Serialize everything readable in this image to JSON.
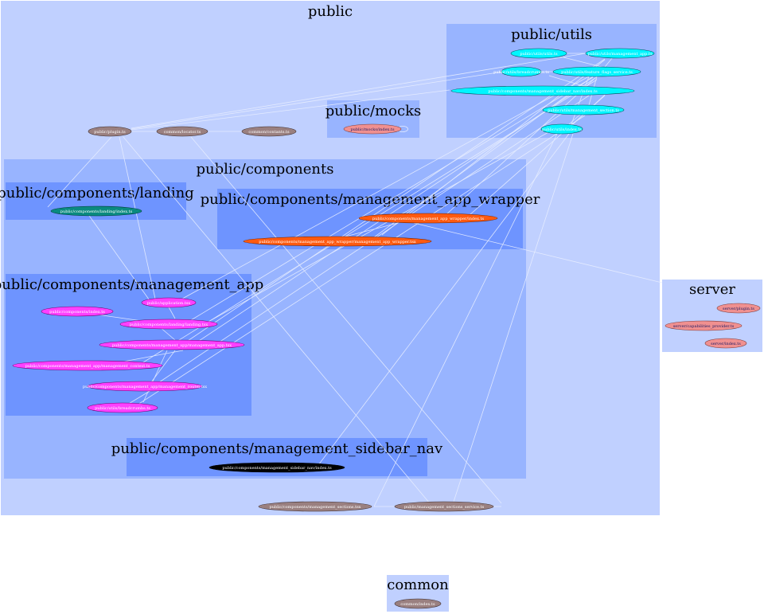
{
  "colors": {
    "outer_cluster": "#c0d0ff",
    "inner_cluster": "#98b4ff",
    "deep_cluster": "#6e94ff",
    "edge": "#e8eeff",
    "utils_node": "#00f5ff",
    "mocks_node": "#f09090",
    "misc_node": "#9a8080",
    "landing_node": "#0a8a80",
    "wrapper_node": "#ff5a10",
    "app_node": "#ff40ff",
    "sidebar_node": "#000000",
    "server_node": "#f09090"
  },
  "clusters": {
    "public": "public",
    "utils": "public/utils",
    "mocks": "public/mocks",
    "components": "public/components",
    "landing": "public/components/landing",
    "wrapper": "public/components/management_app_wrapper",
    "app": "public/components/management_app",
    "sidebar": "public/components/management_sidebar_nav",
    "server": "server",
    "common": "common"
  },
  "nodes": {
    "utils_react_util": "public/utils/utils.ts",
    "utils_management_app": "public/utils/management_app.ts",
    "utils_breadcrumb": "public/utils/breadcrumbs.ts",
    "utils_feature_flags": "public/utils/feature_flags_service.ts",
    "utils_sidebar_nav": "public/components/management_sidebar_nav/index.ts",
    "utils_section_registry": "public/utils/management_section.ts",
    "utils_index": "public/utils/index.ts",
    "mocks_index": "public/mocks/index.ts",
    "plugin": "public/plugin.ts",
    "common_locator": "common/locator.ts",
    "common_contants": "common/contants.ts",
    "landing_index": "public/components/landing/index.ts",
    "wrapper_index": "public/components/management_app_wrapper/index.ts",
    "wrapper_main": "public/components/management_app_wrapper/management_app_wrapper.tsx",
    "app_index": "public/components/index.ts",
    "app_application": "public/application.tsx",
    "app_landing": "public/components/landing/landing.tsx",
    "app_management_app": "public/components/management_app/management_app.tsx",
    "app_context": "public/components/management_app/management_context.ts",
    "app_router": "public/components/management_app/management_router.tsx",
    "app_breadcrumbs": "public/utils/breadcrumbs.ts",
    "sidebar_index": "public/components/management_sidebar_nav/index.ts",
    "sections": "public/components/management_sections.tsx",
    "sections_service": "public/management_sections_service.ts",
    "server_plugin": "server/plugin.ts",
    "server_capabilities": "server/capabilities_provider.ts",
    "server_index": "server/index.ts",
    "common_index": "common/index.ts"
  }
}
